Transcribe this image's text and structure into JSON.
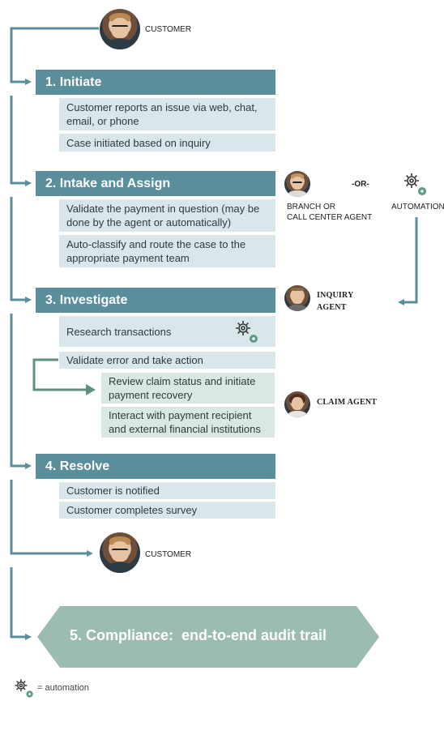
{
  "customer_top": {
    "label": "CUSTOMER"
  },
  "customer_bottom": {
    "label": "CUSTOMER"
  },
  "steps": {
    "initiate": {
      "title": "1. Initiate",
      "items": [
        "Customer reports an issue via web, chat, email, or phone",
        "Case initiated based on inquiry"
      ]
    },
    "intake": {
      "title": "2. Intake and Assign",
      "items": [
        "Validate the payment in question (may be done by the agent or automatically)",
        "Auto-classify and route the case to the appropriate payment team"
      ]
    },
    "investigate": {
      "title": "3. Investigate",
      "items": [
        "Research transactions",
        "Validate error and take action"
      ],
      "sub_items": [
        "Review claim status and initiate payment recovery",
        "Interact with payment recipient and external financial institutions"
      ]
    },
    "resolve": {
      "title": "4. Resolve",
      "items": [
        "Customer is notified",
        "Customer completes survey"
      ]
    }
  },
  "actors": {
    "branch_agent": "BRANCH OR\nCALL CENTER AGENT",
    "or_label": "-OR-",
    "automation": "AUTOMATION",
    "inquiry_agent": "INQUIRY\nAGENT",
    "claim_agent": "CLAIM AGENT"
  },
  "compliance": {
    "label": "5. Compliance:  end-to-end audit trail"
  },
  "legend": {
    "label": "= automation"
  },
  "colors": {
    "header": "#5a8e9a",
    "box": "#d9e7eb",
    "green_box": "#dbe8e2",
    "arrow": "#5a8e9a",
    "green_arrow": "#5f9180",
    "compliance": "#9cbcb2",
    "gear_green": "#5b9b84"
  }
}
